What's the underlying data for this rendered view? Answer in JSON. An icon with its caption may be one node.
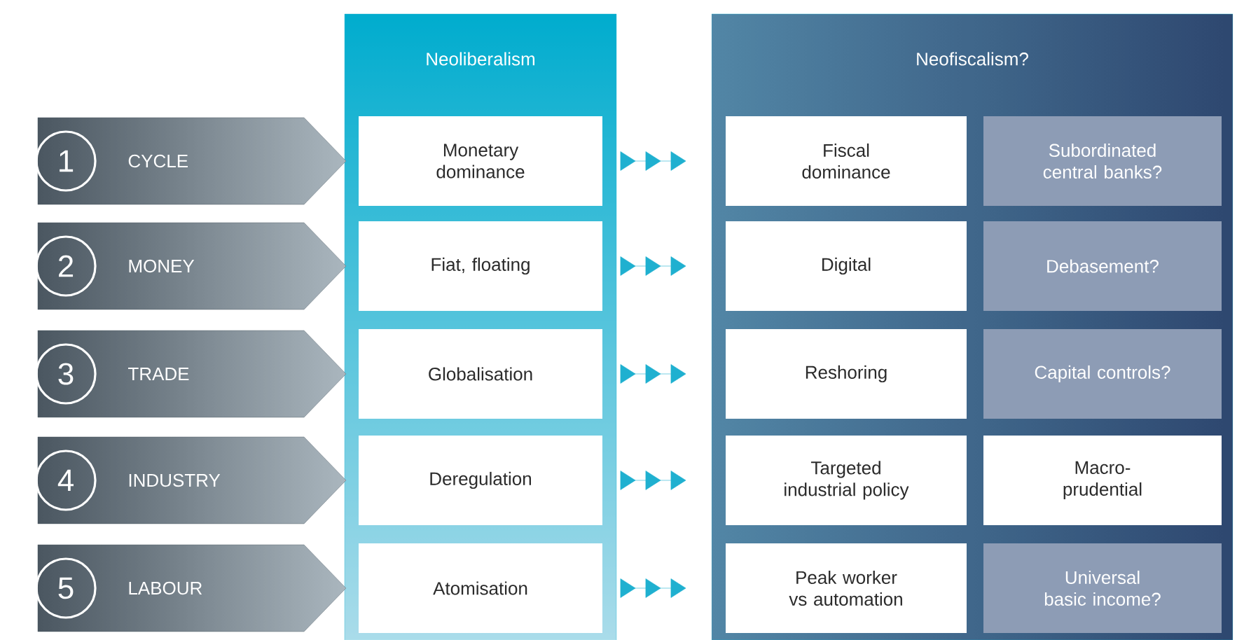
{
  "diagram": {
    "nodes": [
      {
        "text": [
          "Neoliberalism"
        ]
      },
      {
        "text": [
          "Neofiscalism?"
        ]
      },
      {
        "text": [
          "1",
          "CYCLE"
        ]
      },
      {
        "text": [
          "2",
          "MONEY"
        ]
      },
      {
        "text": [
          "3",
          "TRADE"
        ]
      },
      {
        "text": [
          "4",
          "INDUSTRY"
        ]
      },
      {
        "text": [
          "5",
          "LABOUR"
        ]
      },
      {
        "text": [
          "Monetary dominance"
        ],
        "in": 0
      },
      {
        "text": [
          "Fiat, floating"
        ],
        "in": 0
      },
      {
        "text": [
          "Globalisation"
        ],
        "in": 0
      },
      {
        "text": [
          "Deregulation"
        ],
        "in": 0
      },
      {
        "text": [
          "Atomisation"
        ],
        "in": 0
      },
      {
        "text": [
          "Fiscal dominance"
        ],
        "in": 1
      },
      {
        "text": [
          "Digital"
        ],
        "in": 1
      },
      {
        "text": [
          "Reshoring"
        ],
        "in": 1
      },
      {
        "text": [
          "Targeted industrial policy"
        ],
        "in": 1
      },
      {
        "text": [
          "Peak worker vs automation"
        ],
        "in": 1
      },
      {
        "text": [
          "Subordinated central banks?"
        ],
        "in": 1
      },
      {
        "text": [
          "Debasement?"
        ],
        "in": 1
      },
      {
        "text": [
          "Capital controls?"
        ],
        "in": 1
      },
      {
        "text": [
          "Macro-prudential"
        ],
        "in": 1
      },
      {
        "text": [
          "Universal basic income?"
        ],
        "in": 1
      }
    ],
    "edges": [
      {
        "from": 7,
        "to": 12,
        "arrow": "to"
      },
      {
        "from": 8,
        "to": 13,
        "arrow": "to"
      },
      {
        "from": 9,
        "to": 14,
        "arrow": "to"
      },
      {
        "from": 10,
        "to": 15,
        "arrow": "to"
      },
      {
        "from": 11,
        "to": 16,
        "arrow": "to"
      }
    ]
  }
}
